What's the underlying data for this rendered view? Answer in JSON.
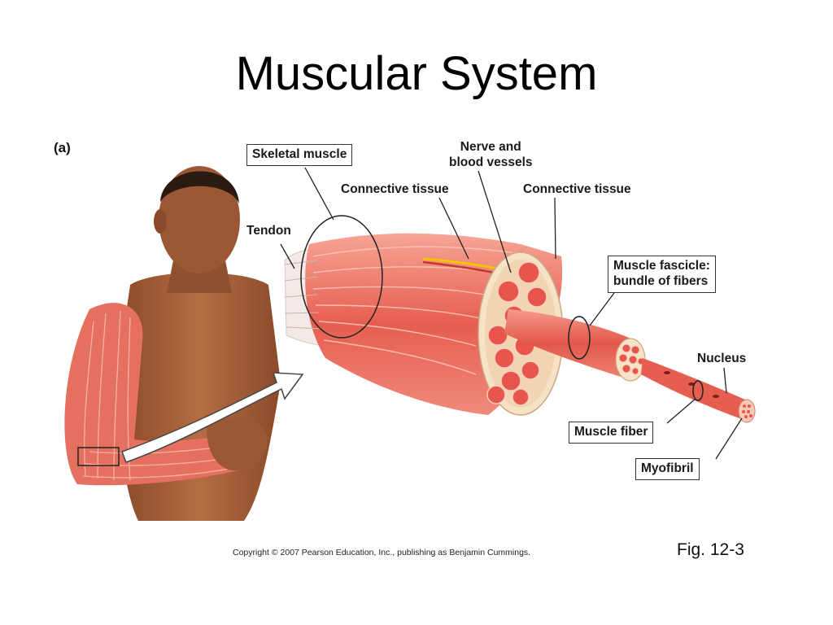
{
  "slide": {
    "title": "Muscular System"
  },
  "figure": {
    "part_label": "(a)",
    "labels": {
      "skeletal_muscle": "Skeletal muscle",
      "nerve_vessels_line1": "Nerve and",
      "nerve_vessels_line2": "blood vessels",
      "connective_tissue_1": "Connective tissue",
      "connective_tissue_2": "Connective tissue",
      "tendon": "Tendon",
      "fascicle_line1": "Muscle fascicle:",
      "fascicle_line2": "bundle of fibers",
      "nucleus": "Nucleus",
      "muscle_fiber": "Muscle fiber",
      "myofibril": "Myofibril"
    },
    "copyright": "Copyright © 2007 Pearson Education, Inc., publishing as Benjamin Cummings.",
    "fig_number": "Fig. 12-3"
  },
  "colors": {
    "muscle": "#e85c4f",
    "muscle_light": "#f59a8a",
    "skin": "#a8623a",
    "sheath": "#f6e2c4",
    "nerve": "#f2c200"
  }
}
